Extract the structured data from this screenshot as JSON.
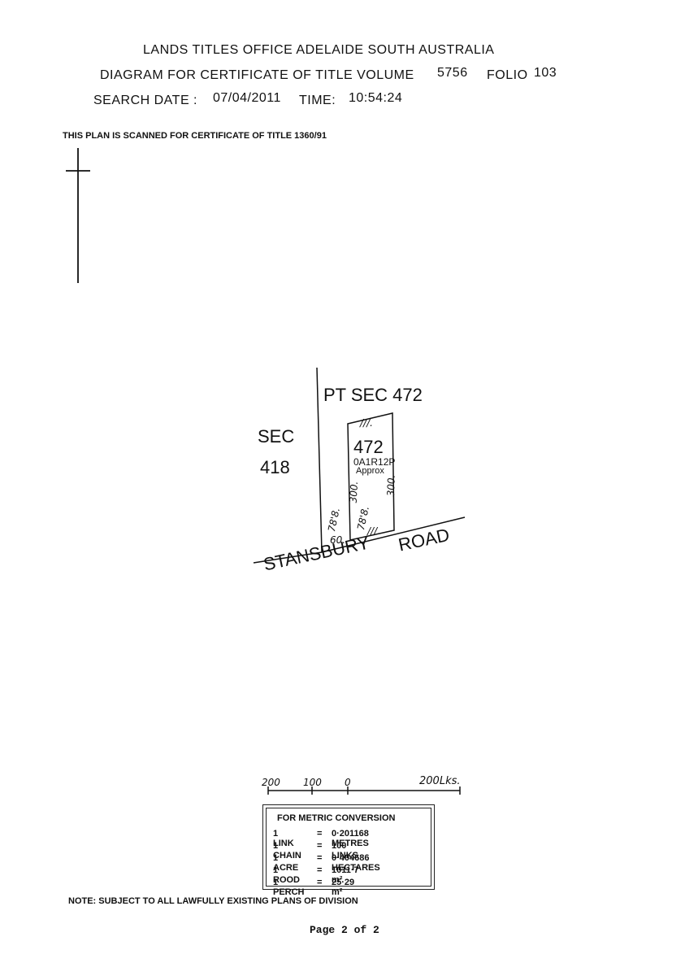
{
  "header": {
    "office": "LANDS TITLES OFFICE  ADELAIDE  SOUTH AUSTRALIA",
    "diagram_label": "DIAGRAM FOR CERTIFICATE OF TITLE VOLUME",
    "volume": "5756",
    "folio_label": "FOLIO",
    "folio": "103",
    "search_date_label": "SEARCH DATE :",
    "search_date": "07/04/2011",
    "time_label": "TIME:",
    "time": "10:54:24"
  },
  "scan_note": "THIS PLAN IS SCANNED FOR CERTIFICATE OF TITLE 1360/91",
  "plan": {
    "pt_sec": "PT  SEC  472",
    "sec_label": "SEC",
    "sec_number": "418",
    "allotment_number": "472",
    "area": "0A1R12P",
    "area_note": "Approx",
    "tick_top": "///.",
    "tick_bottom": "///.",
    "dim_left": "300.",
    "dim_right": "300.",
    "dim_frontage_left": "78'8.",
    "dim_frontage_right": "78'8.",
    "dim_60": "60.",
    "road_name_1": "STANSBURY",
    "road_name_2": "ROAD"
  },
  "scale_bar": {
    "labels": [
      "200",
      "100",
      "0",
      "200"
    ],
    "unit": "Lks."
  },
  "conversion": {
    "title": "FOR METRIC CONVERSION",
    "rows": [
      {
        "unit": "1 LINK",
        "eq": "=",
        "value": "0·201168 METRES"
      },
      {
        "unit": "1 CHAIN",
        "eq": "=",
        "value": "100 LINKS"
      },
      {
        "unit": "1 ACRE",
        "eq": "=",
        "value": "0·404686 HECTARES"
      },
      {
        "unit": "1 ROOD",
        "eq": "=",
        "value": "1011·7 m²"
      },
      {
        "unit": "1 PERCH",
        "eq": "=",
        "value": "25·29 m²"
      }
    ]
  },
  "footer_note": "NOTE: SUBJECT TO ALL LAWFULLY EXISTING PLANS OF DIVISION",
  "page": "Page 2 of 2"
}
